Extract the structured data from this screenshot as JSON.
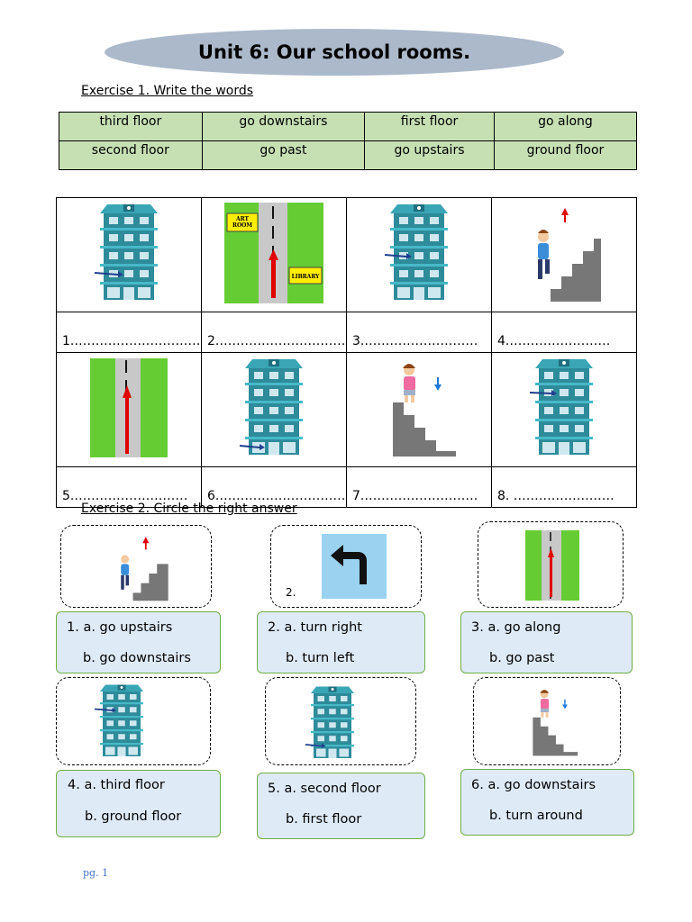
{
  "title": "Unit 6: Our school rooms.",
  "exercise1": {
    "heading": "Exercise 1. Write the words",
    "words": [
      [
        "third floor",
        "go downstairs",
        "first floor",
        "go along"
      ],
      [
        "second floor",
        "go past",
        "go upstairs",
        "ground floor"
      ]
    ],
    "picture_labels": [
      "1.…………………………",
      "2.…………………………",
      "3.………………………",
      "4.……………………",
      "5.………………………",
      "6.…………………………",
      "7.………………………",
      "8. ……………………"
    ],
    "sign_art_room": "ART ROOM",
    "sign_library": "LIBRARY"
  },
  "exercise2": {
    "heading": "Exercise 2. Circle the right answer",
    "box2_number": "2.",
    "questions": [
      {
        "a": "1. a. go upstairs",
        "b": "b. go downstairs"
      },
      {
        "a": "2. a. turn right",
        "b": "b. turn left"
      },
      {
        "a": "3. a. go along",
        "b": "b. go past"
      },
      {
        "a": "4. a. third floor",
        "b": "b. ground floor"
      },
      {
        "a": "5. a. second floor",
        "b": "b. first floor"
      },
      {
        "a": "6. a. go downstairs",
        "b": "b. turn around"
      }
    ]
  },
  "footer": {
    "page": "pg. 1"
  },
  "colors": {
    "title_bg": "#acb9ca",
    "word_cell": "#c6e0b4",
    "answer_bg": "#deebf7",
    "answer_border": "#70ad47",
    "building": "#2e8b9a",
    "grass": "#66cc33",
    "arrow_red": "#e00000"
  }
}
